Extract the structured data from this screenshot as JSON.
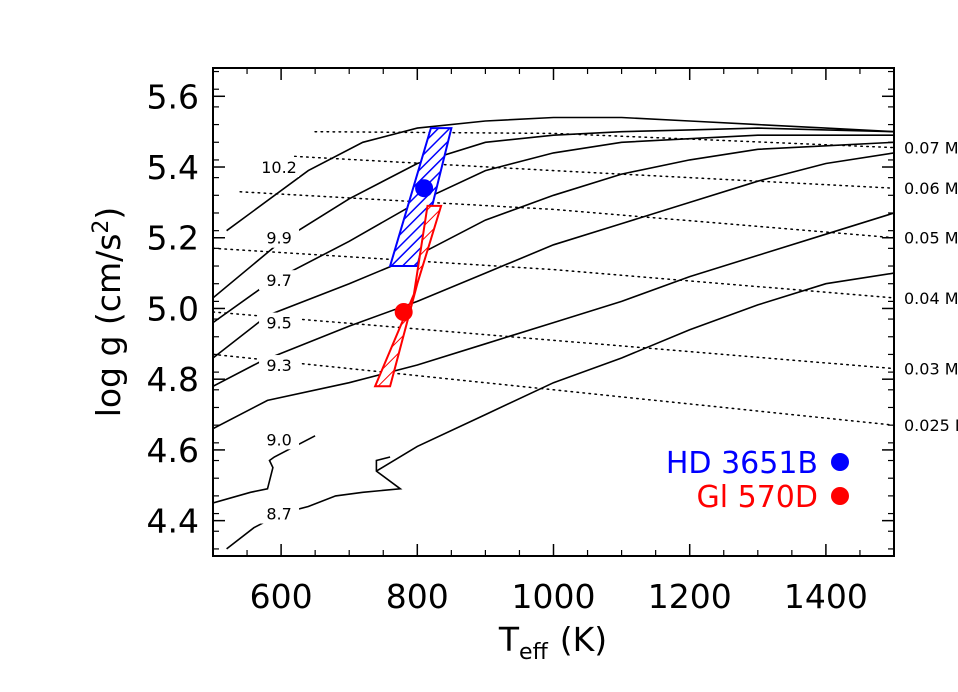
{
  "chart_data": {
    "type": "line",
    "xlabel_main": "T",
    "xlabel_sub": "eff",
    "xlabel_unit": "(K)",
    "ylabel_main": "log g (cm/s",
    "ylabel_sup": "2",
    "ylabel_end": ")",
    "xlim": [
      500,
      1500
    ],
    "ylim": [
      4.3,
      5.68
    ],
    "x_ticks": [
      600,
      800,
      1000,
      1200,
      1400
    ],
    "x_tick_labels": [
      "600",
      "800",
      "1000",
      "1200",
      "1400"
    ],
    "y_ticks": [
      4.4,
      4.6,
      4.8,
      5.0,
      5.2,
      5.4,
      5.6
    ],
    "y_tick_labels": [
      "4.4",
      "4.6",
      "4.8",
      "5.0",
      "5.2",
      "5.4",
      "5.6"
    ],
    "isochrones": [
      {
        "label": "10.2",
        "points": [
          [
            520,
            5.22
          ],
          [
            640,
            5.39
          ],
          [
            720,
            5.47
          ],
          [
            800,
            5.51
          ],
          [
            900,
            5.53
          ],
          [
            1000,
            5.54
          ],
          [
            1100,
            5.54
          ],
          [
            1200,
            5.53
          ],
          [
            1300,
            5.52
          ],
          [
            1400,
            5.51
          ],
          [
            1500,
            5.5
          ]
        ]
      },
      {
        "label": "9.9",
        "points": [
          [
            500,
            5.03
          ],
          [
            600,
            5.19
          ],
          [
            700,
            5.31
          ],
          [
            800,
            5.41
          ],
          [
            900,
            5.47
          ],
          [
            1000,
            5.49
          ],
          [
            1100,
            5.5
          ],
          [
            1200,
            5.505
          ],
          [
            1300,
            5.51
          ],
          [
            1400,
            5.505
          ],
          [
            1500,
            5.5
          ]
        ]
      },
      {
        "label": "9.7",
        "points": [
          [
            500,
            4.96
          ],
          [
            580,
            5.07
          ],
          [
            700,
            5.19
          ],
          [
            800,
            5.3
          ],
          [
            900,
            5.39
          ],
          [
            1000,
            5.44
          ],
          [
            1100,
            5.47
          ],
          [
            1200,
            5.48
          ],
          [
            1300,
            5.49
          ],
          [
            1400,
            5.49
          ],
          [
            1500,
            5.49
          ]
        ]
      },
      {
        "label": "9.5",
        "points": [
          [
            500,
            4.86
          ],
          [
            580,
            4.98
          ],
          [
            700,
            5.07
          ],
          [
            800,
            5.15
          ],
          [
            900,
            5.25
          ],
          [
            1000,
            5.32
          ],
          [
            1100,
            5.38
          ],
          [
            1200,
            5.42
          ],
          [
            1300,
            5.45
          ],
          [
            1400,
            5.46
          ],
          [
            1500,
            5.47
          ]
        ]
      },
      {
        "label": "9.3",
        "points": [
          [
            500,
            4.78
          ],
          [
            570,
            4.85
          ],
          [
            700,
            4.95
          ],
          [
            800,
            5.02
          ],
          [
            900,
            5.1
          ],
          [
            1000,
            5.18
          ],
          [
            1100,
            5.24
          ],
          [
            1200,
            5.3
          ],
          [
            1300,
            5.36
          ],
          [
            1400,
            5.41
          ],
          [
            1500,
            5.44
          ]
        ]
      },
      {
        "label": "9.0",
        "points": [
          [
            500,
            4.66
          ],
          [
            580,
            4.74
          ],
          [
            700,
            4.79
          ],
          [
            800,
            4.84
          ],
          [
            900,
            4.9
          ],
          [
            1000,
            4.96
          ],
          [
            1100,
            5.02
          ],
          [
            1200,
            5.09
          ],
          [
            1300,
            5.15
          ],
          [
            1400,
            5.21
          ],
          [
            1500,
            5.27
          ]
        ]
      },
      {
        "label": "8.7",
        "points": [
          [
            500,
            4.45
          ],
          [
            555,
            4.48
          ],
          [
            580,
            4.49
          ],
          [
            588,
            4.55
          ],
          [
            583,
            4.57
          ],
          [
            590,
            4.58
          ],
          [
            610,
            4.6
          ],
          [
            650,
            4.64
          ]
        ]
      },
      {
        "label": "",
        "points": [
          [
            760,
            4.58
          ],
          [
            740,
            4.57
          ],
          [
            740,
            4.54
          ],
          [
            775,
            4.49
          ],
          [
            720,
            4.48
          ],
          [
            680,
            4.47
          ],
          [
            640,
            4.44
          ],
          [
            600,
            4.42
          ],
          [
            560,
            4.38
          ],
          [
            520,
            4.32
          ]
        ]
      },
      {
        "label": "",
        "points": [
          [
            740,
            4.54
          ],
          [
            800,
            4.61
          ],
          [
            900,
            4.7
          ],
          [
            1000,
            4.79
          ],
          [
            1100,
            4.86
          ],
          [
            1200,
            4.94
          ],
          [
            1300,
            5.01
          ],
          [
            1400,
            5.07
          ],
          [
            1500,
            5.1
          ]
        ]
      }
    ],
    "mass_lines": [
      {
        "label": "0.07",
        "points": [
          [
            650,
            5.5
          ],
          [
            1000,
            5.495
          ],
          [
            1500,
            5.455
          ]
        ]
      },
      {
        "label": "0.06",
        "points": [
          [
            620,
            5.43
          ],
          [
            1000,
            5.39
          ],
          [
            1500,
            5.34
          ]
        ]
      },
      {
        "label": "0.05",
        "points": [
          [
            540,
            5.33
          ],
          [
            1000,
            5.28
          ],
          [
            1500,
            5.2
          ]
        ]
      },
      {
        "label": "0.04",
        "points": [
          [
            500,
            5.17
          ],
          [
            1000,
            5.11
          ],
          [
            1500,
            5.03
          ]
        ]
      },
      {
        "label": "0.03",
        "points": [
          [
            500,
            4.99
          ],
          [
            1000,
            4.91
          ],
          [
            1500,
            4.83
          ]
        ]
      },
      {
        "label": "0.025",
        "points": [
          [
            500,
            4.87
          ],
          [
            1000,
            4.77
          ],
          [
            1500,
            4.67
          ]
        ]
      }
    ],
    "mass_label_suffix": "M",
    "series": [
      {
        "name": "HD 3651B",
        "color": "#0000ff",
        "x": 810,
        "y": 5.34,
        "region": [
          [
            760,
            5.12
          ],
          [
            800,
            5.12
          ],
          [
            850,
            5.51
          ],
          [
            820,
            5.51
          ]
        ]
      },
      {
        "name": "Gl 570D",
        "color": "#ff0000",
        "x": 780,
        "y": 4.99,
        "region": [
          [
            738,
            4.78
          ],
          [
            760,
            4.78
          ],
          [
            800,
            5.07
          ],
          [
            835,
            5.29
          ],
          [
            815,
            5.29
          ],
          [
            795,
            5.04
          ]
        ]
      }
    ]
  }
}
